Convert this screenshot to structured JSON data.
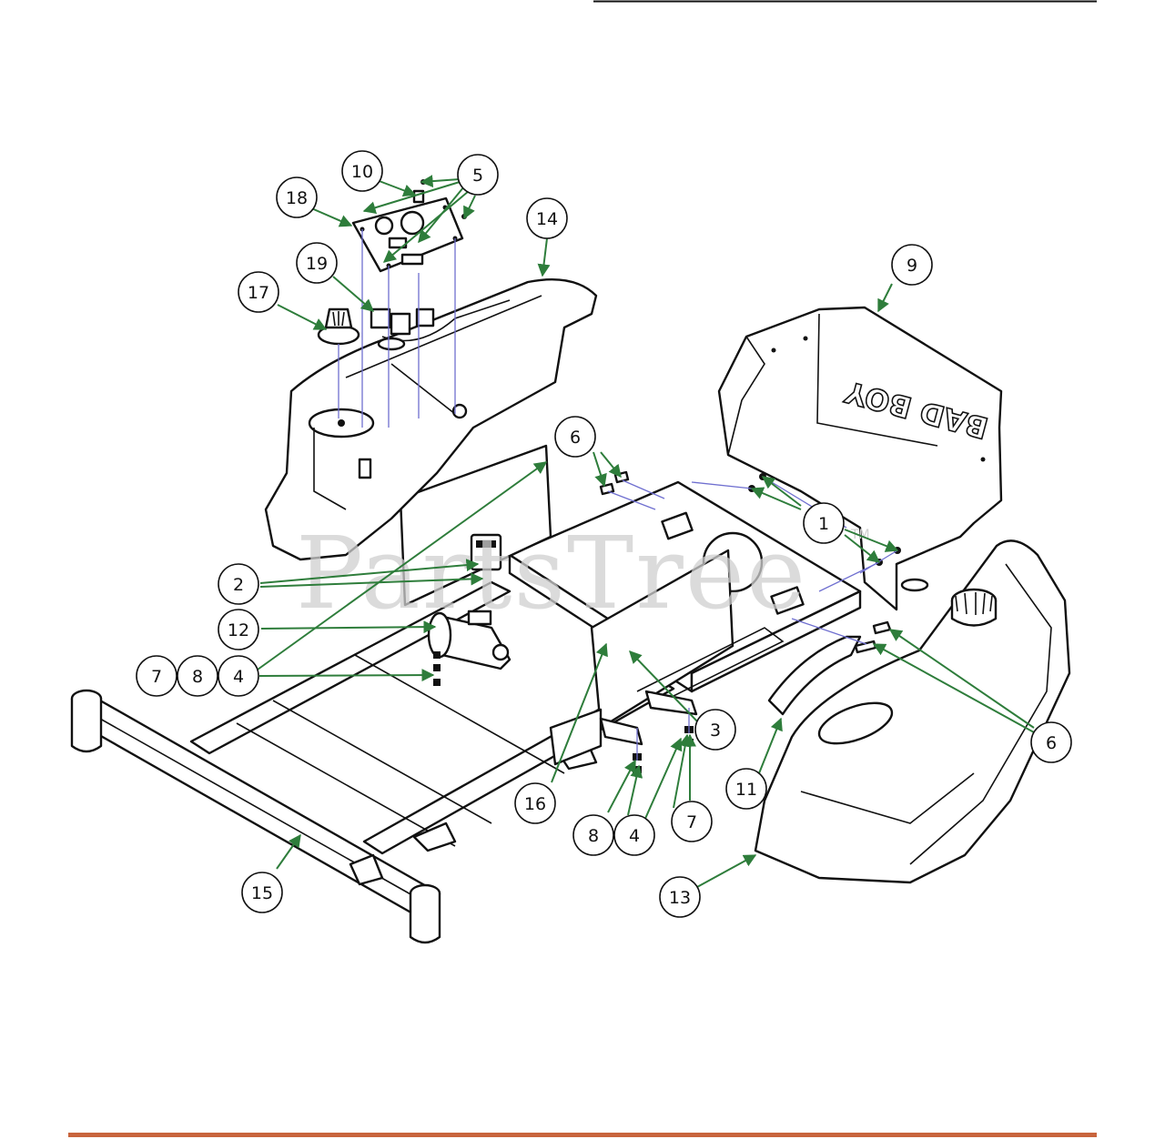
{
  "diagram": {
    "watermark": "PartsTree",
    "watermark_mark": "TM",
    "brand_decal": "BAD BOY",
    "colors": {
      "leader": "#2e7d3b",
      "guide": "#6f6fd0",
      "footer_bar": "#c8643c",
      "line": "#111111"
    },
    "callouts": {
      "c1": "1",
      "c2": "2",
      "c3": "3",
      "c4a": "4",
      "c4b": "4",
      "c5": "5",
      "c6a": "6",
      "c6b": "6",
      "c7a": "7",
      "c7b": "7",
      "c8a": "8",
      "c8b": "8",
      "c9": "9",
      "c10": "10",
      "c11": "11",
      "c12": "12",
      "c13": "13",
      "c14": "14",
      "c15": "15",
      "c16": "16",
      "c17": "17",
      "c18": "18",
      "c19": "19"
    }
  }
}
